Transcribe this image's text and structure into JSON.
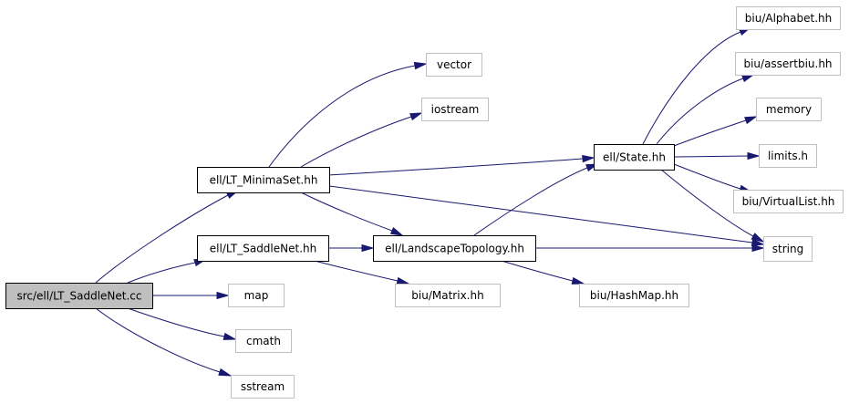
{
  "graph": {
    "colors": {
      "edge": "#191970",
      "root_fill": "#bfbfbf",
      "linked_border": "#000000",
      "external_border": "#bfbfbf"
    },
    "nodes": [
      {
        "id": "root",
        "label": "src/ell/LT_SaddleNet.cc",
        "kind": "root"
      },
      {
        "id": "minimaset",
        "label": "ell/LT_MinimaSet.hh",
        "kind": "linked"
      },
      {
        "id": "saddlenet",
        "label": "ell/LT_SaddleNet.hh",
        "kind": "linked"
      },
      {
        "id": "map",
        "label": "map",
        "kind": "external"
      },
      {
        "id": "cmath",
        "label": "cmath",
        "kind": "external"
      },
      {
        "id": "sstream",
        "label": "sstream",
        "kind": "external"
      },
      {
        "id": "vector",
        "label": "vector",
        "kind": "external"
      },
      {
        "id": "iostream",
        "label": "iostream",
        "kind": "external"
      },
      {
        "id": "landscape",
        "label": "ell/LandscapeTopology.hh",
        "kind": "linked"
      },
      {
        "id": "matrix",
        "label": "biu/Matrix.hh",
        "kind": "external"
      },
      {
        "id": "state",
        "label": "ell/State.hh",
        "kind": "linked"
      },
      {
        "id": "hashmap",
        "label": "biu/HashMap.hh",
        "kind": "external"
      },
      {
        "id": "string",
        "label": "string",
        "kind": "external"
      },
      {
        "id": "alphabet",
        "label": "biu/Alphabet.hh",
        "kind": "external"
      },
      {
        "id": "assertbiu",
        "label": "biu/assertbiu.hh",
        "kind": "external"
      },
      {
        "id": "memory",
        "label": "memory",
        "kind": "external"
      },
      {
        "id": "limits",
        "label": "limits.h",
        "kind": "external"
      },
      {
        "id": "virtuallist",
        "label": "biu/VirtualList.hh",
        "kind": "external"
      }
    ],
    "edges": [
      {
        "from": "root",
        "to": "minimaset"
      },
      {
        "from": "root",
        "to": "saddlenet"
      },
      {
        "from": "root",
        "to": "map"
      },
      {
        "from": "root",
        "to": "cmath"
      },
      {
        "from": "root",
        "to": "sstream"
      },
      {
        "from": "minimaset",
        "to": "vector"
      },
      {
        "from": "minimaset",
        "to": "iostream"
      },
      {
        "from": "minimaset",
        "to": "state"
      },
      {
        "from": "minimaset",
        "to": "landscape"
      },
      {
        "from": "minimaset",
        "to": "string"
      },
      {
        "from": "saddlenet",
        "to": "landscape"
      },
      {
        "from": "saddlenet",
        "to": "matrix"
      },
      {
        "from": "landscape",
        "to": "state"
      },
      {
        "from": "landscape",
        "to": "string"
      },
      {
        "from": "landscape",
        "to": "hashmap"
      },
      {
        "from": "state",
        "to": "alphabet"
      },
      {
        "from": "state",
        "to": "assertbiu"
      },
      {
        "from": "state",
        "to": "memory"
      },
      {
        "from": "state",
        "to": "limits"
      },
      {
        "from": "state",
        "to": "virtuallist"
      },
      {
        "from": "state",
        "to": "string"
      }
    ]
  }
}
